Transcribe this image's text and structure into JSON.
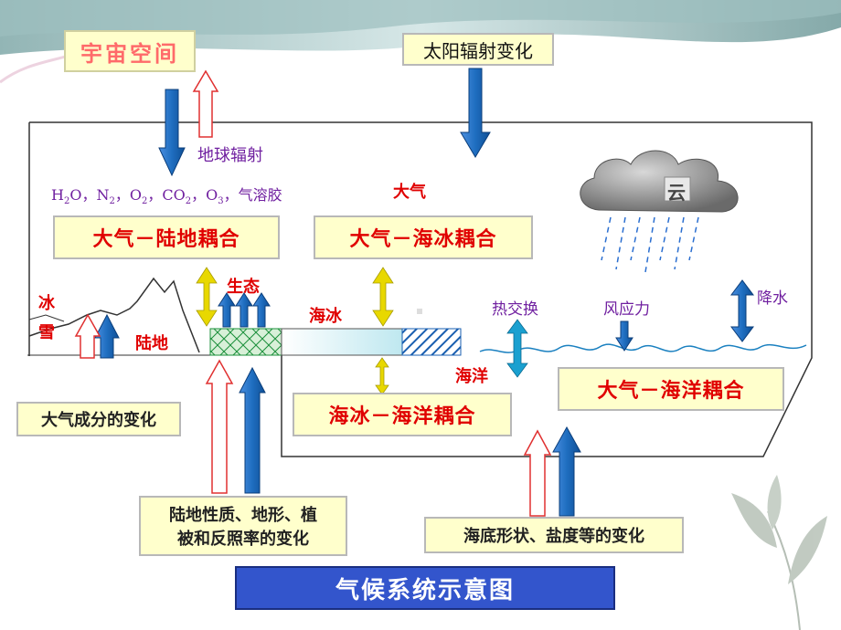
{
  "title": "气候系统示意图",
  "top_left_box": "宇宙空间",
  "top_right_box": "太阳辐射变化",
  "earth_radiation": "地球辐射",
  "atmosphere_components": {
    "h2o": "H",
    "h2o_sub": "2",
    "h2o_tail": "O，",
    "n2": "N",
    "n2_sub": "2",
    "n2_tail": "，",
    "o2": "O",
    "o2_sub": "2",
    "o2_tail": "，",
    "co2": "CO",
    "co2_sub": "2",
    "co2_tail": "，",
    "o3": "O",
    "o3_sub": "3",
    "o3_tail": "，气溶胶"
  },
  "atmosphere_label": "大气",
  "couplings": {
    "atmo_land": "大气－陆地耦合",
    "atmo_seaice": "大气－海冰耦合",
    "seaice_ocean": "海冰－海洋耦合",
    "atmo_ocean": "大气－海洋耦合"
  },
  "labels": {
    "ice": "冰",
    "snow": "雪",
    "land": "陆地",
    "biota": "生态",
    "sea_ice": "海冰",
    "ocean": "海洋",
    "heat_exchange": "热交换",
    "wind_stress": "风应力",
    "precipitation": "降水",
    "cloud_glyph": "云"
  },
  "bottom_boxes": {
    "composition": "大气成分的变化",
    "land_line1": "陆地性质、地形、植",
    "land_line2": "被和反照率的变化",
    "seabed": "海底形状、盐度等的变化"
  },
  "colors": {
    "arrow_blue": "#1f6ec0",
    "arrow_red_outline": "#e03030",
    "arrow_yellow": "#e8d800",
    "arrow_cyan": "#1aa0d0",
    "box_fill": "#ffffcc",
    "title_bar": "#3355cc",
    "red_text": "#e00000",
    "purple_text": "#7020a0"
  }
}
